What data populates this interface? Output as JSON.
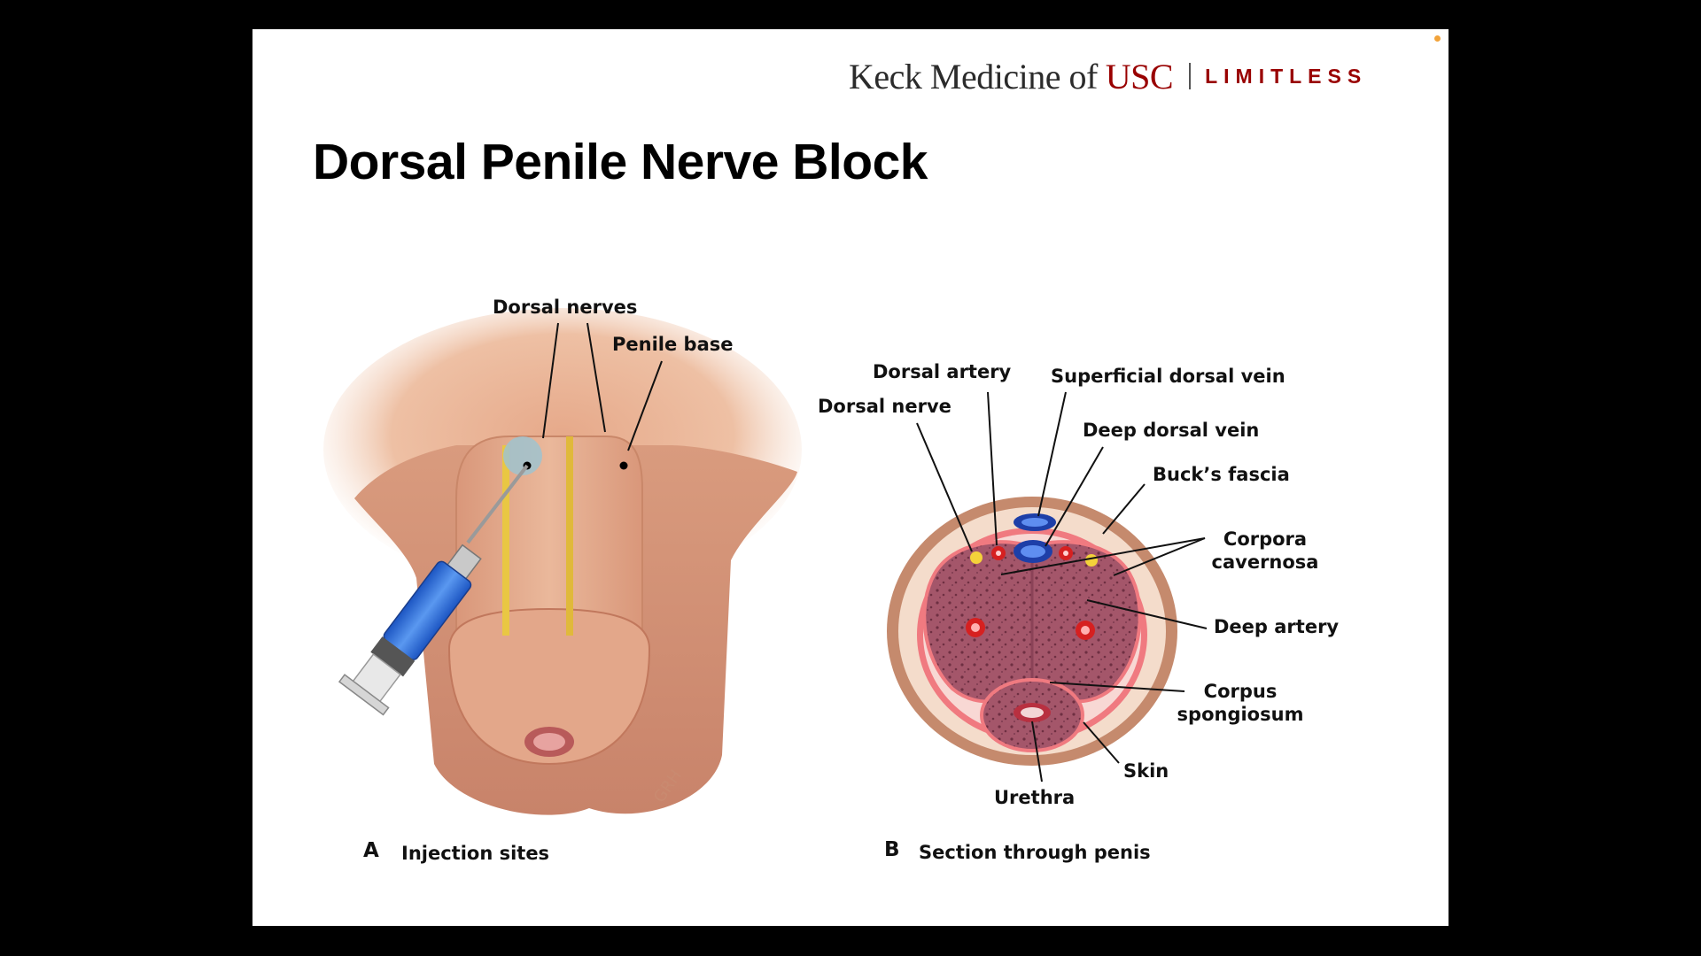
{
  "header": {
    "logo_main": "Keck Medicine of",
    "logo_usc": "USC",
    "logo_tagline": "LIMITLESS"
  },
  "title": "Dorsal Penile Nerve Block",
  "figure_a": {
    "letter": "A",
    "caption": "Injection sites",
    "labels": {
      "dorsal_nerves": "Dorsal nerves",
      "penile_base": "Penile base"
    }
  },
  "figure_b": {
    "letter": "B",
    "caption": "Section through penis",
    "labels": {
      "dorsal_artery": "Dorsal artery",
      "superficial_dorsal_vein": "Superficial dorsal vein",
      "dorsal_nerve": "Dorsal nerve",
      "deep_dorsal_vein": "Deep dorsal vein",
      "bucks_fascia": "Buck’s fascia",
      "corpora_cavernosa_1": "Corpora",
      "corpora_cavernosa_2": "cavernosa",
      "deep_artery": "Deep artery",
      "corpus_spongiosum_1": "Corpus",
      "corpus_spongiosum_2": "spongiosum",
      "skin": "Skin",
      "urethra": "Urethra"
    }
  },
  "colors": {
    "brand": "#990000",
    "skin": "#e8b291",
    "vein": "#2f5fd0",
    "artery": "#d62020",
    "nerve": "#f4d23a",
    "cavernosa": "#a4566a"
  }
}
